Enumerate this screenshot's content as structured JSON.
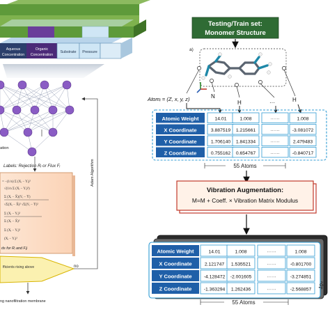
{
  "left_panel": {
    "feature_blocks": [
      "Aqueous Concentration",
      "Organic Concentration",
      "Substrate",
      "Pressure"
    ],
    "labels_text": "Labels: Rejection Rᵢ or Flux Fᵢ",
    "adam_label": "Adam Algorithm",
    "ation_fragment": "ation",
    "bounds_text": "ds for Rᵢ and Fᵢ)",
    "no_label": "no",
    "decision_line1": "fficients rising above",
    "decision_line2": "",
    "membrane_text": "ng nanofiltration membrane"
  },
  "right_panel": {
    "title_line1": "Testing/Train set:",
    "title_line2": "Monomer Structure",
    "panel_label": "a)",
    "atom_formula": "Atomᵢ = (Z, x, y, z)",
    "atom_labels": [
      "N",
      "H",
      "···",
      "H"
    ],
    "table1": {
      "rows": [
        {
          "label": "Atomic Weight",
          "values": [
            "14.01",
            "1.008",
            "······",
            "1.008"
          ]
        },
        {
          "label": "X Coordinate",
          "values": [
            "3.887519",
            "1.215661",
            "······",
            "-3.081072"
          ]
        },
        {
          "label": "Y Coordinate",
          "values": [
            "1.706140",
            "1.841334",
            "······",
            "2.479483"
          ]
        },
        {
          "label": "Z Coordinate",
          "values": [
            "0.755162",
            "0.654767",
            "······",
            "-0.840717"
          ]
        }
      ],
      "footer": "55 Atoms"
    },
    "augment_title": "Vibration Augmentation:",
    "augment_formula": "M=M + Coeff. × Vibration Matrix Modulus",
    "table2": {
      "rows": [
        {
          "label": "Atomic Weight",
          "values": [
            "14.01",
            "1.008",
            "······",
            "1.008"
          ]
        },
        {
          "label": "X Coordinate",
          "values": [
            "2.121747",
            "1.535521",
            "······",
            "-0.801700"
          ]
        },
        {
          "label": "Y Coordinate",
          "values": [
            "-4.128472",
            "-2.001605",
            "······",
            "-3.274851"
          ]
        },
        {
          "label": "Z Coordinate",
          "values": [
            "-1.363294",
            "1.262436",
            "······",
            "-2.568857"
          ]
        }
      ],
      "footer": "55 Atoms",
      "copies_label": "10⁴"
    }
  },
  "colors": {
    "row_header": "#1f5fa8",
    "table_border": "#2f9bd3",
    "title_green": "#2f6b34",
    "augment_border": "#c0392b",
    "node_purple": "#8a5cc4",
    "block_green": "#5e9a3a",
    "block_navy": "#2b3f6b",
    "block_purple": "#6a3d9a",
    "block_light": "#cfe6f5"
  }
}
